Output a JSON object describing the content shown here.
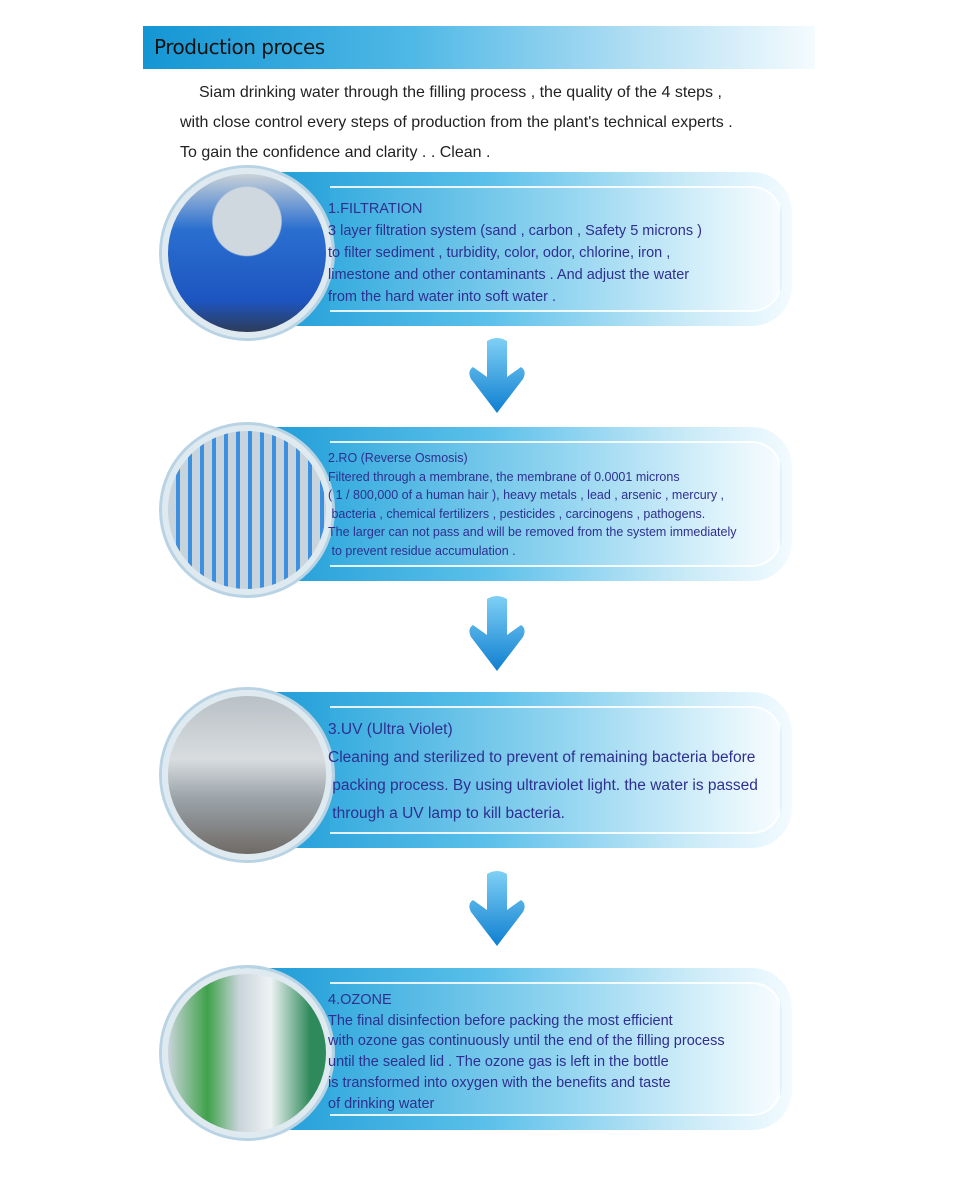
{
  "header": {
    "title": "Production proces"
  },
  "intro": [
    "Siam drinking water through the filling process , the quality of the 4 steps ,",
    "with close control every steps of production from the plant's technical experts .",
    "To gain the confidence and clarity . . Clean ."
  ],
  "steps": [
    {
      "title": "1.FILTRATION",
      "lines": [
        "3 layer filtration system (sand , carbon , Safety 5 microns )",
        "to filter sediment , turbidity, color, odor, chlorine, iron ,",
        "limestone and other contaminants . And adjust the water",
        "from the hard water into soft water ."
      ]
    },
    {
      "title": "2.RO (Reverse Osmosis)",
      "lines": [
        "Filtered through a membrane, the membrane of 0.0001 microns",
        "( 1 / 800,000 of a human hair ), heavy metals , lead , arsenic , mercury ,",
        " bacteria , chemical fertilizers , pesticides , carcinogens , pathogens.",
        "The larger can not pass and will be removed from the system immediately",
        " to prevent residue accumulation ."
      ]
    },
    {
      "title": "3.UV (Ultra Violet)",
      "lines": [
        "Cleaning and sterilized to prevent of remaining bacteria before",
        " packing process. By using ultraviolet light. the water is passed",
        " through a UV lamp to kill bacteria."
      ]
    },
    {
      "title": "4.OZONE",
      "lines": [
        "The final disinfection before packing the most efficient",
        "with ozone gas continuously until the end of the filling process",
        "until the sealed lid . The ozone gas is left in the bottle",
        "is transformed into oxygen with the benefits and taste",
        "of drinking water"
      ]
    }
  ]
}
